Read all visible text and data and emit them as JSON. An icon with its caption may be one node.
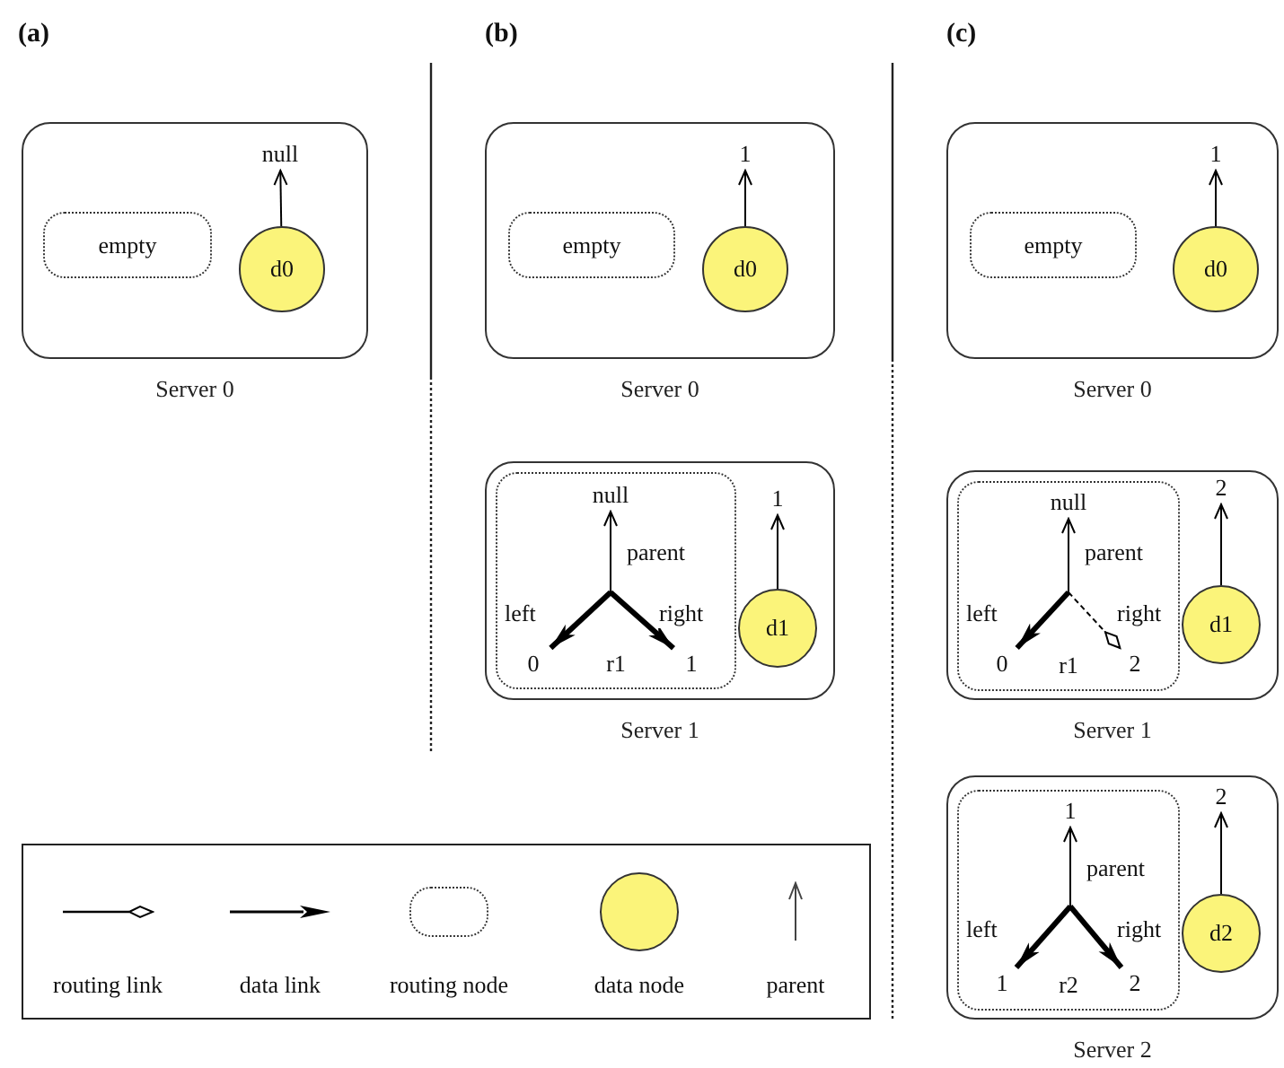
{
  "diagram": {
    "nodes": [
      {
        "text": [],
        "shape": "box",
        "beside": [
          "Server 0"
        ]
      },
      {
        "text": [
          "empty"
        ],
        "in": 0
      },
      {
        "text": [
          "d0"
        ],
        "in": 0
      },
      {
        "text": [
          "null"
        ],
        "in": 0
      },
      {
        "text": [],
        "shape": "box",
        "beside": [
          "Server 0"
        ]
      },
      {
        "text": [
          "empty"
        ],
        "in": 4
      },
      {
        "text": [
          "d0"
        ],
        "in": 4
      },
      {
        "text": [
          "1"
        ],
        "in": 4
      },
      {
        "text": [],
        "shape": "box",
        "beside": [
          "Server 1"
        ]
      },
      {
        "text": [
          "r1"
        ],
        "in": 8
      },
      {
        "text": [
          "null"
        ],
        "in": 9
      },
      {
        "text": [
          "0"
        ],
        "in": 9
      },
      {
        "text": [
          "1"
        ],
        "in": 9
      },
      {
        "text": [
          "d1"
        ],
        "in": 8
      },
      {
        "text": [
          "1"
        ],
        "in": 8
      },
      {
        "text": [],
        "shape": "box",
        "beside": [
          "Server 0"
        ]
      },
      {
        "text": [
          "empty"
        ],
        "in": 15
      },
      {
        "text": [
          "d0"
        ],
        "in": 15
      },
      {
        "text": [
          "1"
        ],
        "in": 15
      },
      {
        "text": [],
        "shape": "box",
        "beside": [
          "Server 1"
        ]
      },
      {
        "text": [
          "r1"
        ],
        "in": 19
      },
      {
        "text": [
          "null"
        ],
        "in": 20
      },
      {
        "text": [
          "0"
        ],
        "in": 20
      },
      {
        "text": [
          "2"
        ],
        "in": 20
      },
      {
        "text": [
          "d1"
        ],
        "in": 19
      },
      {
        "text": [
          "2"
        ],
        "in": 19
      },
      {
        "text": [],
        "shape": "box",
        "beside": [
          "Server 2"
        ]
      },
      {
        "text": [
          "r2"
        ],
        "in": 26
      },
      {
        "text": [
          "1"
        ],
        "in": 27
      },
      {
        "text": [
          "1"
        ],
        "in": 27
      },
      {
        "text": [
          "2"
        ],
        "in": 27
      },
      {
        "text": [
          "d2"
        ],
        "in": 26
      },
      {
        "text": [
          "2"
        ],
        "in": 26
      }
    ],
    "edges": [
      {
        "from": 2,
        "to": 3,
        "arrow": "to"
      },
      {
        "from": 6,
        "to": 7,
        "arrow": "to"
      },
      {
        "from": null,
        "to": 10,
        "arrow": "to",
        "label": "parent"
      },
      {
        "from": null,
        "to": 11,
        "arrow": "to",
        "label": "left",
        "style": "thick"
      },
      {
        "from": null,
        "to": 12,
        "arrow": "to",
        "label": "right",
        "style": "thick"
      },
      {
        "from": 13,
        "to": 14,
        "arrow": "to"
      },
      {
        "from": 17,
        "to": 18,
        "arrow": "to"
      },
      {
        "from": null,
        "to": 21,
        "arrow": "to",
        "label": "parent"
      },
      {
        "from": null,
        "to": 22,
        "arrow": "to",
        "label": "left",
        "style": "thick"
      },
      {
        "from": null,
        "to": 23,
        "arrow": "other",
        "label": "right",
        "style": "dashed"
      },
      {
        "from": 24,
        "to": 25,
        "arrow": "to"
      },
      {
        "from": null,
        "to": 28,
        "arrow": "to",
        "label": "parent"
      },
      {
        "from": null,
        "to": 29,
        "arrow": "to",
        "label": "left",
        "style": "thick"
      },
      {
        "from": null,
        "to": 30,
        "arrow": "to",
        "label": "right",
        "style": "thick"
      },
      {
        "from": 31,
        "to": 32,
        "arrow": "to"
      }
    ],
    "labels": [
      "(a)",
      "(b)",
      "(c)"
    ],
    "legend": [
      {
        "text": "routing link"
      },
      {
        "text": "data link"
      },
      {
        "text": "routing node"
      },
      {
        "text": "data node",
        "color": "#fbf47a"
      },
      {
        "text": "parent"
      }
    ]
  }
}
